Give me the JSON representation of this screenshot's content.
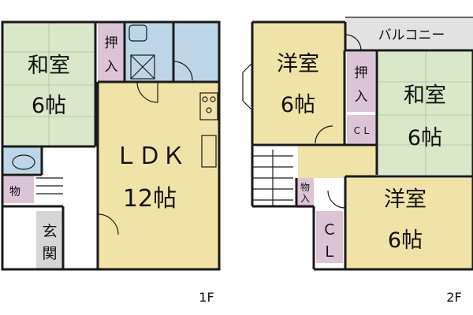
{
  "colors": {
    "tatami": "#dbe7c9",
    "ldk": "#f0e3a8",
    "western": "#f0e3a8",
    "closet": "#dcc4d7",
    "wet": "#bcd6e8",
    "genkan": "#d5d5d5",
    "balcony": "#e2e2e2",
    "hall": "#ffffff",
    "wall": "#1a1a1a"
  },
  "floor1": {
    "floor_label": "1F",
    "washitsu": {
      "line1": "和室",
      "line2": "6帖"
    },
    "oshiire": {
      "line1": "押",
      "line2": "入"
    },
    "ldk": {
      "line1": "ＬＤＫ",
      "line2": "12帖"
    },
    "storage": {
      "label": "物"
    },
    "genkan": {
      "line1": "玄",
      "line2": "関"
    }
  },
  "floor2": {
    "floor_label": "2F",
    "yoshitsu_a": {
      "line1": "洋室",
      "line2": "6帖"
    },
    "oshiire": {
      "line1": "押",
      "line2": "入"
    },
    "washitsu": {
      "line1": "和室",
      "line2": "6帖"
    },
    "balcony": {
      "label": "バルコニー"
    },
    "cl_small": {
      "label": "ＣＬ"
    },
    "storage": {
      "line1": "物",
      "line2": "入"
    },
    "yoshitsu_b": {
      "line1": "洋室",
      "line2": "6帖"
    },
    "cl_tall": {
      "line1": "Ｃ",
      "line2": "Ｌ"
    }
  }
}
